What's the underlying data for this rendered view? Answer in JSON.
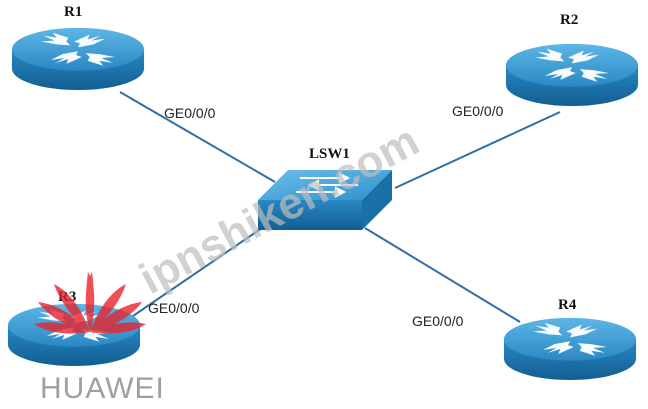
{
  "devices": {
    "r1": {
      "label": "R1"
    },
    "r2": {
      "label": "R2"
    },
    "r3": {
      "label": "R3"
    },
    "r4": {
      "label": "R4"
    },
    "lsw1": {
      "label": "LSW1"
    }
  },
  "links": {
    "r1": {
      "port": "GE0/0/0"
    },
    "r2": {
      "port": "GE0/0/0"
    },
    "r3": {
      "port": "GE0/0/0"
    },
    "r4": {
      "port": "GE0/0/0"
    }
  },
  "watermark": {
    "site": "ipnshiken.com",
    "brand": "HUAWEI"
  },
  "colors": {
    "device_top": "#2f93cf",
    "device_side": "#1a6fa6",
    "link": "#2e6fa7",
    "watermark_text": "#c7c7c7",
    "logo_red": "#e8242d"
  }
}
